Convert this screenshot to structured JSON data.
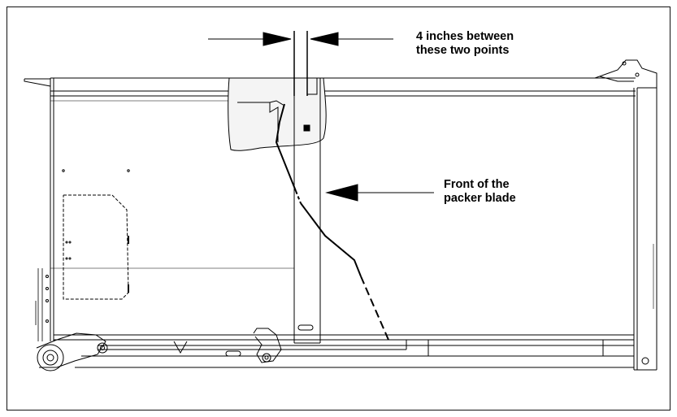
{
  "callouts": {
    "gap": {
      "line1": "4 inches between",
      "line2": "these two points"
    },
    "blade": {
      "line1": "Front of the",
      "line2": "packer blade"
    }
  },
  "colors": {
    "line": "#000000",
    "shade": "#f4f4f4",
    "background": "#ffffff"
  }
}
